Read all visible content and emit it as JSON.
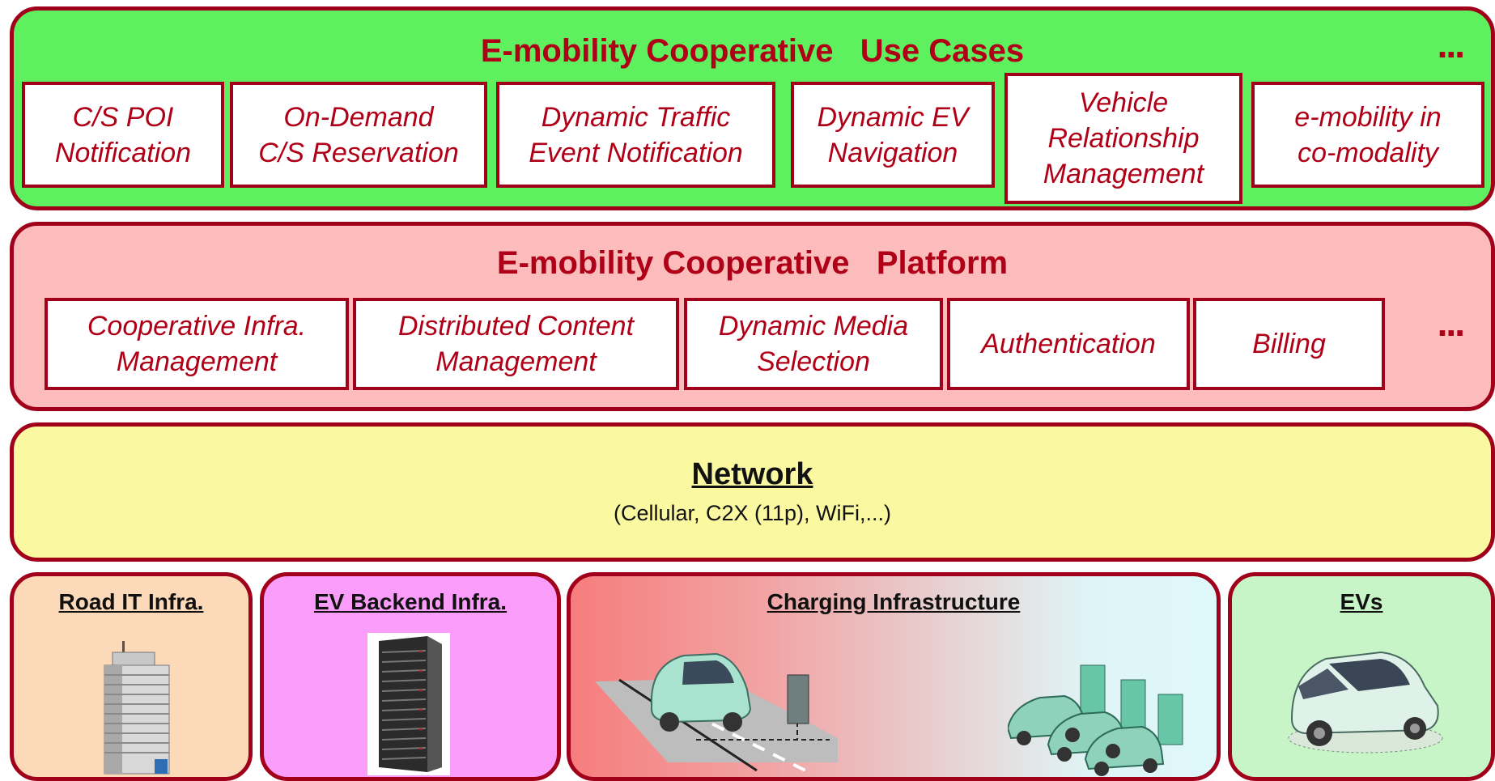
{
  "use_cases": {
    "title": "E-mobility Cooperative   Use Cases",
    "ellipsis": "...",
    "items": [
      {
        "label": "C/S POI\nNotification"
      },
      {
        "label": "On-Demand\nC/S Reservation"
      },
      {
        "label": "Dynamic Traffic\nEvent Notification"
      },
      {
        "label": "Dynamic EV\nNavigation"
      },
      {
        "label": "Vehicle\nRelationship\nManagement"
      },
      {
        "label": "e-mobility in\nco-modality"
      }
    ]
  },
  "platform": {
    "title": "E-mobility Cooperative   Platform",
    "ellipsis": "...",
    "items": [
      {
        "label": "Cooperative Infra.\nManagement"
      },
      {
        "label": "Distributed Content\nManagement"
      },
      {
        "label": "Dynamic Media\nSelection"
      },
      {
        "label": "Authentication"
      },
      {
        "label": "Billing"
      }
    ]
  },
  "network": {
    "title": "Network",
    "subtitle": "(Cellular, C2X (11p), WiFi,...)"
  },
  "infrastructure": [
    {
      "label": "Road IT Infra.",
      "icon": "office-building-icon"
    },
    {
      "label": "EV Backend Infra.",
      "icon": "server-rack-icon"
    },
    {
      "label": "Charging Infrastructure",
      "icon": "charging-scene-icon"
    },
    {
      "label": "EVs",
      "icon": "electric-car-icon"
    }
  ],
  "colors": {
    "border": "#a0001a",
    "use_cases_bg": "#5ef05e",
    "platform_bg": "#fcbcbc",
    "network_bg": "#fbf8a2",
    "road_bg": "#fbd9b9",
    "backend_bg": "#fa9dfa",
    "evs_bg": "#c8f5c8"
  }
}
